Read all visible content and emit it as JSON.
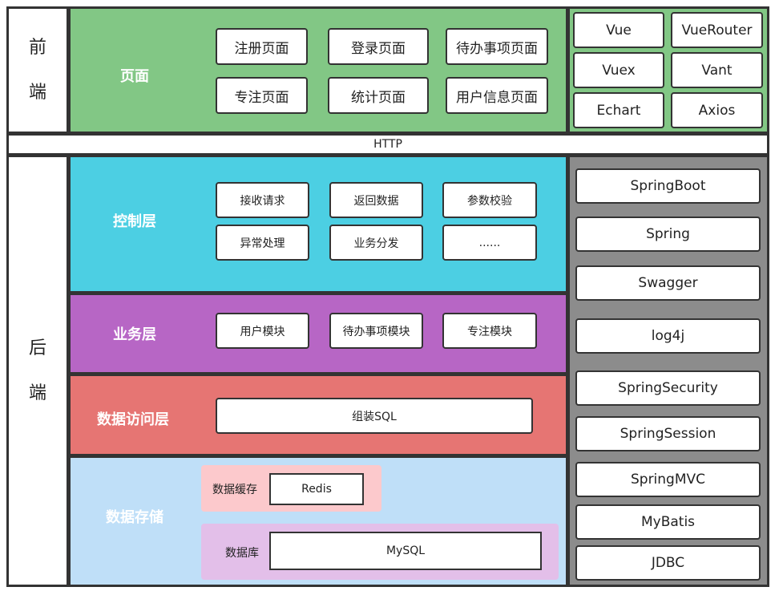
{
  "frontend": {
    "side_label": [
      "前",
      "端"
    ],
    "page_band_title": "页面",
    "pages": [
      "注册页面",
      "登录页面",
      "待办事项页面",
      "专注页面",
      "统计页面",
      "用户信息页面"
    ],
    "tech": [
      "Vue",
      "VueRouter",
      "Vuex",
      "Vant",
      "Echart",
      "Axios"
    ]
  },
  "http_label": "HTTP",
  "backend": {
    "side_label": [
      "后",
      "端"
    ],
    "control_layer": {
      "title": "控制层",
      "items": [
        "接收请求",
        "返回数据",
        "参数校验",
        "异常处理",
        "业务分发",
        "......"
      ]
    },
    "business_layer": {
      "title": "业务层",
      "items": [
        "用户模块",
        "待办事项模块",
        "专注模块"
      ]
    },
    "data_access_layer": {
      "title": "数据访问层",
      "items": [
        "组装SQL"
      ]
    },
    "data_storage": {
      "title": "数据存储",
      "cache_label": "数据缓存",
      "cache_value": "Redis",
      "db_label": "数据库",
      "db_value": "MySQL"
    },
    "tech": [
      "SpringBoot",
      "Spring",
      "Swagger",
      "log4j",
      "SpringSecurity",
      "SpringSession",
      "SpringMVC",
      "MyBatis",
      "JDBC"
    ]
  },
  "colors": {
    "frontend_green": "#82c785",
    "control_cyan": "#4ccfe3",
    "business_purple": "#b766c5",
    "data_access_red": "#e67573",
    "storage_blue": "#bfdff8",
    "tech_panel_gray": "#8c8c8c",
    "cache_pink": "#fcc9cc",
    "db_lavender": "#e3bfe9"
  }
}
